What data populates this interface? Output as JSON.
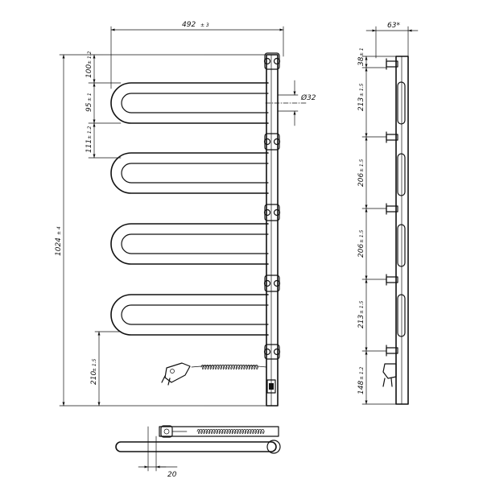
{
  "front_view": {
    "width_label": "492",
    "width_tol": "± 3",
    "height_label": "1024",
    "height_tol": "± 4",
    "d1_label": "100",
    "d1_tol": "± 1.2",
    "d2_label": "95",
    "d2_tol": "± 1",
    "d3_label": "111",
    "d3_tol": "± 1.2",
    "bottom_label": "210",
    "bottom_tol": "± 1.5",
    "diameter_label": "Ø32"
  },
  "side_view": {
    "depth_label": "63*",
    "s1_label": "38",
    "s1_tol": "± 1",
    "s2_label": "213",
    "s2_tol": "± 1.5",
    "s3_label": "206",
    "s3_tol": "± 1.5",
    "s4_label": "206",
    "s4_tol": "± 1.5",
    "s5_label": "213",
    "s5_tol": "± 1.5",
    "s6_label": "148",
    "s6_tol": "± 1.2"
  },
  "top_view": {
    "offset_label": "20"
  }
}
